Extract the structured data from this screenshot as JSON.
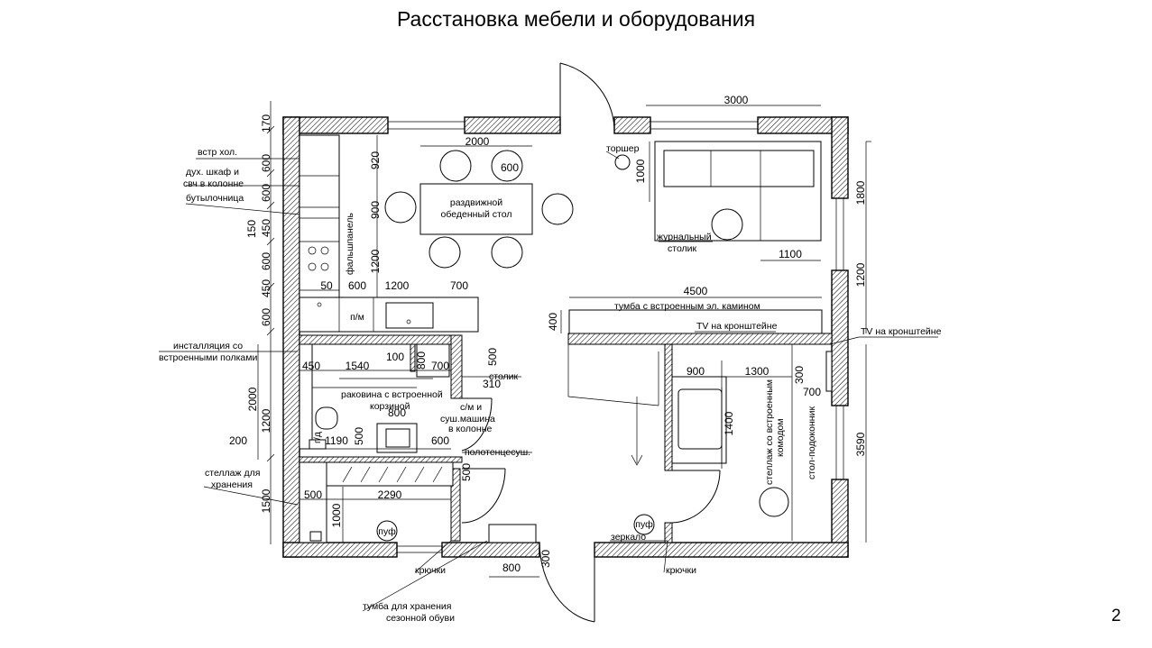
{
  "title": "Расстановка мебели и оборудования",
  "page_number": "2",
  "dimensions": {
    "d170": "170",
    "d600a": "600",
    "d600b": "600",
    "d150": "150",
    "d450a": "450",
    "d600c": "600",
    "d450b": "450",
    "d600d": "600",
    "d50": "50",
    "d600e": "600",
    "d1200a": "1200",
    "d700a": "700",
    "d920": "920",
    "d900a": "900",
    "d1200b": "1200",
    "d2000a": "2000",
    "d600f": "600",
    "d3000": "3000",
    "d1000a": "1000",
    "d1800": "1800",
    "d1100": "1100",
    "d1200c": "1200",
    "d4500": "4500",
    "d400": "400",
    "d450c": "450",
    "d1540": "1540",
    "d100": "100",
    "d800a": "800",
    "d700b": "700",
    "d500a": "500",
    "d310": "310",
    "d2000b": "2000",
    "d1200d": "1200",
    "d800b": "800",
    "d200": "200",
    "d1190": "1190",
    "d500b": "500",
    "d600g": "600",
    "d1500": "1500",
    "d500c": "500",
    "d2290": "2290",
    "d500d": "500",
    "d1000b": "1000",
    "d800c": "800",
    "d300a": "300",
    "d900b": "900",
    "d1300": "1300",
    "d300b": "300",
    "d700c": "700",
    "d1400": "1400",
    "d3590": "3590"
  },
  "labels": {
    "fridge": "встр хол.",
    "oven_line1": "дух. шкаф и",
    "oven_line2": "свч в колонне",
    "bottle": "бутылочница",
    "false_panel": "фальшпанель",
    "dishwasher": "п/м",
    "table_line1": "раздвижной",
    "table_line2": "обеденный стол",
    "lamp": "торшер",
    "coffee_line1": "журнальный",
    "coffee_line2": "столик",
    "tv_stand": "тумба с встроенным эл. камином",
    "tv_bracket": "TV на кронштейне",
    "tv_bracket2": "TV на кронштейне",
    "install_line1": "инсталляция со",
    "install_line2": "встроенными полками",
    "sink_line1": "раковина с встроенной",
    "sink_line2": "корзиной",
    "table_small": "столик",
    "dryer_line1": "с/м и",
    "dryer_line2": "суш.машина",
    "dryer_line3": "в колонне",
    "towel": "полотенцесуш.",
    "shower": "г/д",
    "rack_line1": "стеллаж для",
    "rack_line2": "хранения",
    "pouf1": "пуф",
    "pouf2": "пуф",
    "hooks1": "крючки",
    "hooks2": "крючки",
    "mirror": "зеркало",
    "shoe_line1": "тумба для хранения",
    "shoe_line2": "сезонной обуви",
    "shelf_commode": "стеллаж со встроенным",
    "shelf_commode2": "комодом",
    "windowsill": "стол-подоконник"
  }
}
